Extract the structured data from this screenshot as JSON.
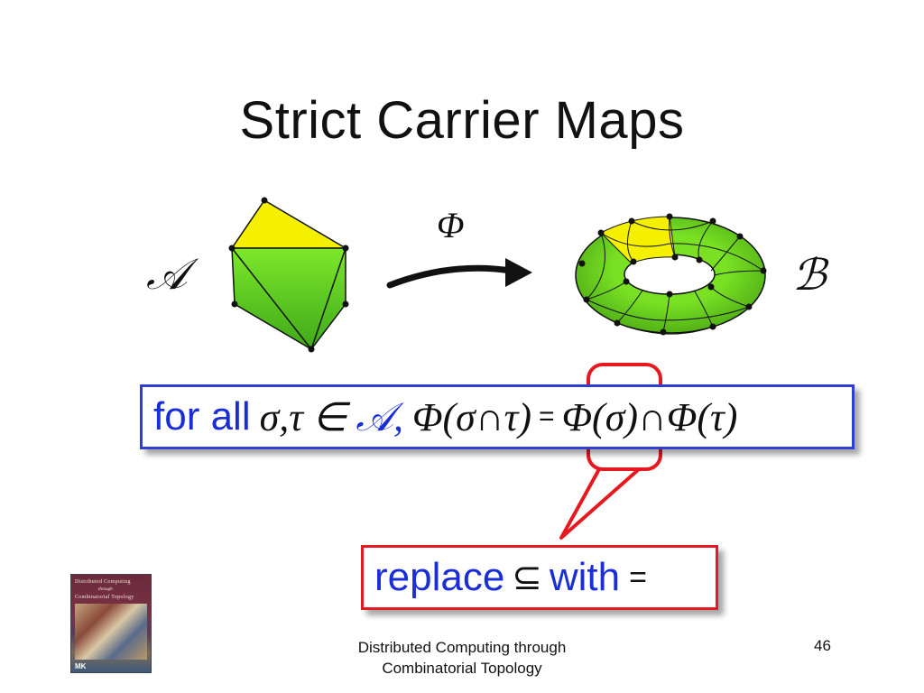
{
  "slide": {
    "title": "Strict Carrier Maps",
    "labels": {
      "domain": "𝒜",
      "codomain": "ℬ",
      "map": "Φ"
    },
    "formula": {
      "prefix": "for all",
      "vars": "σ,τ",
      "in": "∈",
      "complex": "𝒜,",
      "lhs": "Φ(σ∩τ)",
      "relation": "=",
      "rhs": "Φ(σ)∩Φ(τ)"
    },
    "callout": {
      "word1": "replace",
      "symbol": "⊆",
      "word2": "with",
      "eq": "="
    },
    "footer": {
      "line1": "Distributed Computing through",
      "line2": "Combinatorial Topology"
    },
    "page_number": "46",
    "book_cover": {
      "title_line1": "Distributed Computing",
      "title_line2": "through",
      "title_line3": "Combinatorial Topology",
      "publisher_mark": "MK"
    }
  },
  "colors": {
    "formula_border": "#2f3fd4",
    "formula_text": "#1a2ed6",
    "callout_border": "#e5191f",
    "simplex_yellow": "#f5f000",
    "simplex_green": "#66dd1a"
  }
}
